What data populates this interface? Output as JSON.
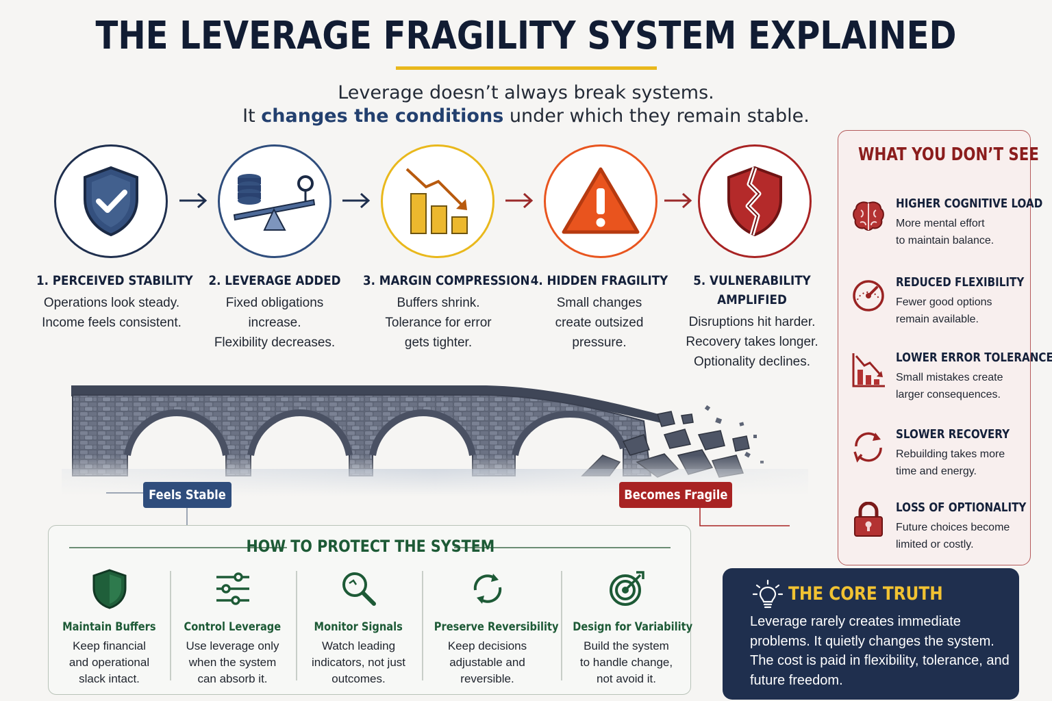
{
  "header": {
    "title": "THE LEVERAGE FRAGILITY SYSTEM EXPLAINED",
    "subtitle_line1": "Leverage doesn’t always break systems.",
    "subtitle_line2_pre": "It ",
    "subtitle_line2_highlight": "changes the conditions",
    "subtitle_line2_post": " under which they remain stable."
  },
  "colors": {
    "navy": "#2f4d7c",
    "gold": "#e9b81c",
    "orange": "#e8551f",
    "red": "#a82323",
    "green": "#1d5a36"
  },
  "steps": [
    {
      "title": "1. PERCEIVED STABILITY",
      "title_line2": "",
      "desc": "Operations look steady.\nIncome feels consistent.",
      "icon": "shield-check-icon"
    },
    {
      "title": "2. LEVERAGE ADDED",
      "title_line2": "",
      "desc": "Fixed obligations\nincrease.\nFlexibility decreases.",
      "icon": "seesaw-icon"
    },
    {
      "title": "3. MARGIN COMPRESSION",
      "title_line2": "",
      "desc": "Buffers shrink.\nTolerance for error\ngets tighter.",
      "icon": "declining-bars-icon"
    },
    {
      "title": "4. HIDDEN FRAGILITY",
      "title_line2": "",
      "desc": "Small changes\ncreate outsized\npressure.",
      "icon": "warning-triangle-icon"
    },
    {
      "title": "5. VULNERABILITY",
      "title_line2": "AMPLIFIED",
      "desc": "Disruptions hit harder.\nRecovery takes longer.\nOptionality declines.",
      "icon": "broken-shield-icon"
    }
  ],
  "bridge": {
    "label_stable": "Feels Stable",
    "label_fragile": "Becomes Fragile"
  },
  "protect": {
    "title": "HOW TO PROTECT THE SYSTEM",
    "items": [
      {
        "label": "Maintain Buffers",
        "desc": "Keep financial\nand operational\nslack intact.",
        "icon": "shield-icon"
      },
      {
        "label": "Control Leverage",
        "desc": "Use leverage only\nwhen the system\ncan absorb it.",
        "icon": "sliders-icon"
      },
      {
        "label": "Monitor Signals",
        "desc": "Watch leading\nindicators, not just\noutcomes.",
        "icon": "magnifier-icon"
      },
      {
        "label": "Preserve Reversibility",
        "desc": "Keep decisions\nadjustable and\nreversible.",
        "icon": "cycle-arrows-icon"
      },
      {
        "label": "Design for Variability",
        "desc": "Build the system\nto handle change,\nnot avoid it.",
        "icon": "target-icon"
      }
    ]
  },
  "sidebar": {
    "title": "WHAT YOU DON’T SEE",
    "items": [
      {
        "head": "HIGHER COGNITIVE LOAD",
        "desc": "More mental effort\nto maintain balance.",
        "icon": "brain-icon"
      },
      {
        "head": "REDUCED FLEXIBILITY",
        "desc": "Fewer good options\nremain available.",
        "icon": "gauge-icon"
      },
      {
        "head": "LOWER ERROR TOLERANCE",
        "desc": "Small mistakes create\nlarger consequences.",
        "icon": "falling-chart-icon"
      },
      {
        "head": "SLOWER RECOVERY",
        "desc": "Rebuilding takes more\ntime and energy.",
        "icon": "recovery-arrows-icon"
      },
      {
        "head": "LOSS OF OPTIONALITY",
        "desc": "Future choices become\nlimited or costly.",
        "icon": "padlock-icon"
      }
    ]
  },
  "core": {
    "title": "THE CORE TRUTH",
    "text": "Leverage rarely creates immediate problems. It quietly changes the system. The cost is paid in flexibility, tolerance, and future freedom.",
    "icon": "lightbulb-icon"
  }
}
